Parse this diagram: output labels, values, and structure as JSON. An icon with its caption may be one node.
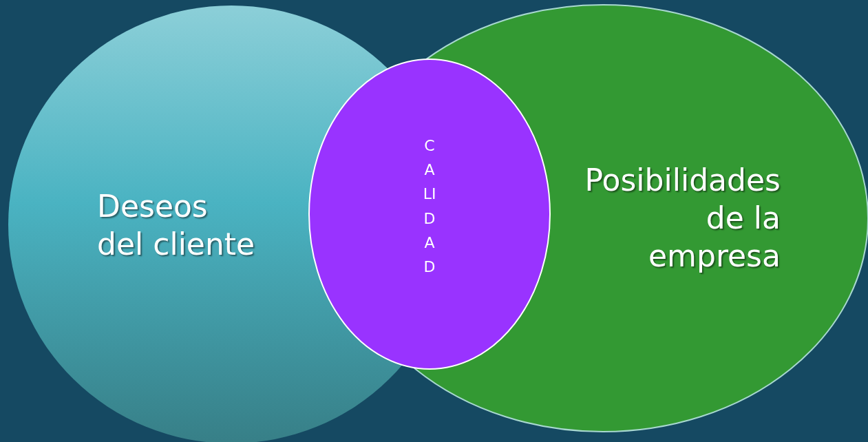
{
  "diagram": {
    "nodes": [
      {
        "text": [
          "Deseos del cliente"
        ]
      },
      {
        "text": [
          "Posibilidades de la empresa"
        ]
      },
      {
        "text": [
          "CALIDAD"
        ]
      }
    ]
  }
}
